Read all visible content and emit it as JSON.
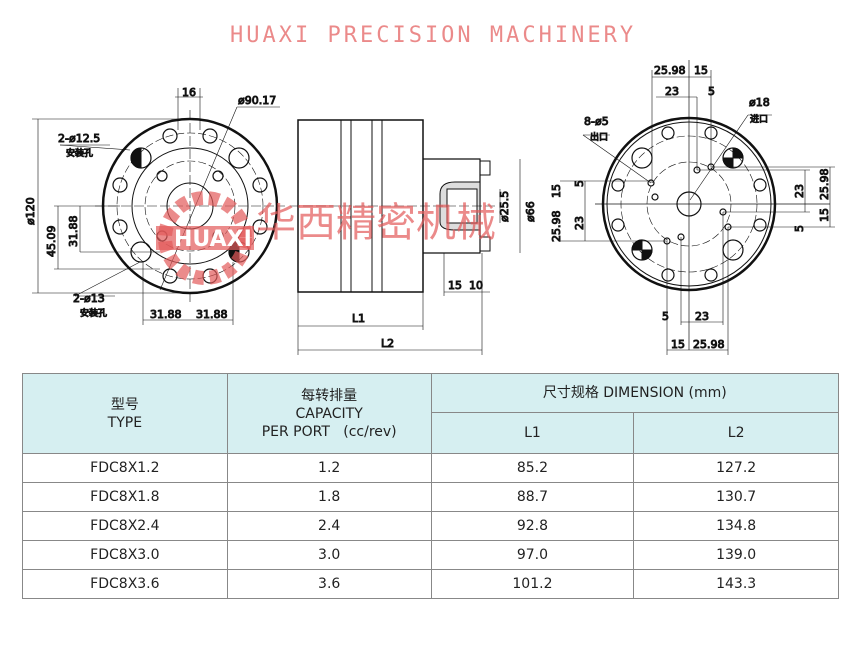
{
  "drawing": {
    "left_view": {
      "dim_16": "16",
      "dim_dia90": "ø90.17",
      "dim_hole125": "2-ø12.5",
      "hole125_note": "安装孔",
      "dim_dia120": "ø120",
      "dim_4509": "45.09",
      "dim_3188_v": "31.88",
      "dim_hole13": "2-ø13",
      "hole13_note": "安装孔",
      "dim_3188_l": "31.88",
      "dim_3188_r": "31.88"
    },
    "side_view": {
      "dim_L1": "L1",
      "dim_L2": "L2",
      "dim_255": "ø25.5",
      "dim_66": "ø66",
      "dim_15": "15",
      "dim_10": "10"
    },
    "right_view": {
      "top_2598": "25.98",
      "top_15": "15",
      "top_23": "23",
      "top_5": "5",
      "outlet": "8-ø5",
      "outlet_note": "出口",
      "inlet": "ø18",
      "inlet_note": "进口",
      "left_5": "5",
      "left_15": "15",
      "left_2598": "25.98",
      "left_23": "23",
      "right_23": "23",
      "right_2598": "25.98",
      "right_15": "15",
      "right_5": "5",
      "bot_5": "5",
      "bot_23": "23",
      "bot_15": "15",
      "bot_2598": "25.98"
    },
    "watermark": {
      "cn": "华西精密机械",
      "en": "HUAXI PRECISION MACHINERY",
      "logo": "HUAXI"
    }
  },
  "table": {
    "h_type_cn": "型号",
    "h_type_en": "TYPE",
    "h_cap_cn": "每转排量",
    "h_cap_en": "CAPACITY",
    "h_cap_unit": "PER PORT   (cc/rev)",
    "h_dim": "尺寸规格 DIMENSION  (mm)",
    "h_l1": "L1",
    "h_l2": "L2",
    "rows": [
      [
        "FDC8X1.2",
        "1.2",
        "85.2",
        "127.2"
      ],
      [
        "FDC8X1.8",
        "1.8",
        "88.7",
        "130.7"
      ],
      [
        "FDC8X2.4",
        "2.4",
        "92.8",
        "134.8"
      ],
      [
        "FDC8X3.0",
        "3.0",
        "97.0",
        "139.0"
      ],
      [
        "FDC8X3.6",
        "3.6",
        "101.2",
        "143.3"
      ]
    ]
  }
}
